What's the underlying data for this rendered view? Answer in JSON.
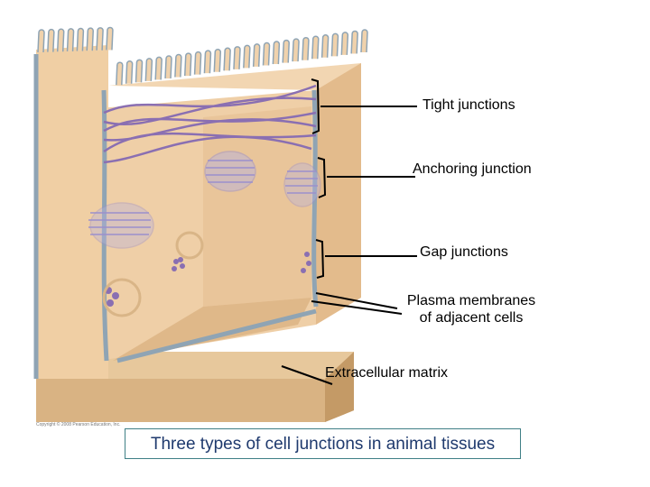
{
  "labels": {
    "tight_junctions": "Tight junctions",
    "anchoring_junction": "Anchoring junction",
    "gap_junctions": "Gap junctions",
    "plasma_membranes_line1": "Plasma membranes",
    "plasma_membranes_line2": "of adjacent cells",
    "extracellular_matrix": "Extracellular matrix"
  },
  "caption": "Three types of cell junctions in animal tissues",
  "copyright": "Copyright © 2008 Pearson Education, Inc.",
  "colors": {
    "cytoplasm": "#f2d2ac",
    "cell_wall_inner": "#e6bf94",
    "membrane": "#8fa4b4",
    "junction_purple": "#8a6fb2",
    "matrix": "#d9b383",
    "caption_border": "#3f7f86",
    "caption_text": "#1f3a6e"
  }
}
